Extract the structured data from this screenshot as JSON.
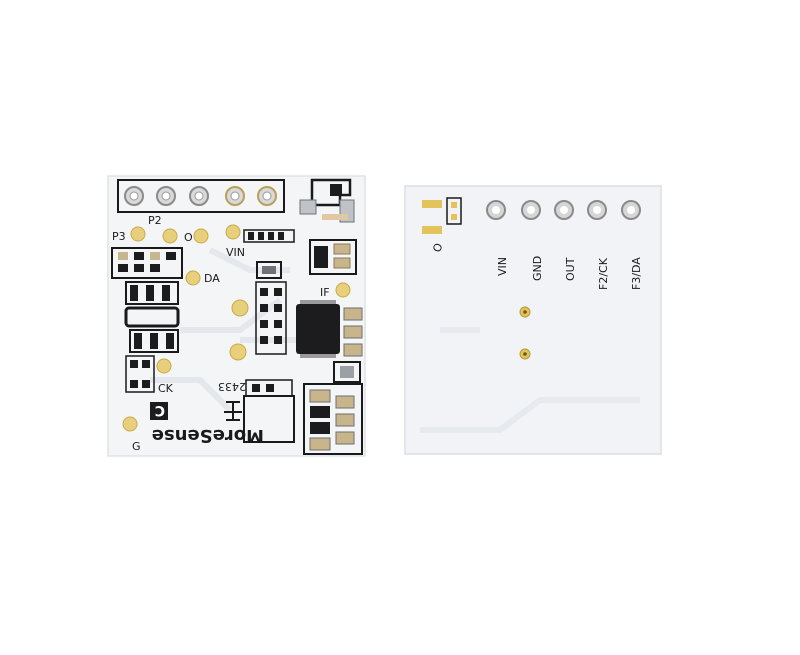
{
  "colors": {
    "background": "#ffffff",
    "board": "#f2f4f6",
    "board_edge": "#d9dde1",
    "silkscreen": "#1a1a1a",
    "gold_pad": "#d9b95a",
    "chip": "#1c1c1e",
    "component_tan": "#c9b58c"
  },
  "front_board": {
    "labels": {
      "p2": "P2",
      "p3": "P3",
      "o": "O",
      "vin": "VIN",
      "da": "DA",
      "if": "IF",
      "ck": "CK",
      "g": "G",
      "brand": "MoreSense",
      "part_code": "2433",
      "c_mark": "C"
    }
  },
  "back_board": {
    "o_mark": "O",
    "pin_labels": [
      "VIN",
      "GND",
      "OUT",
      "F2/CK",
      "F3/DA"
    ]
  }
}
